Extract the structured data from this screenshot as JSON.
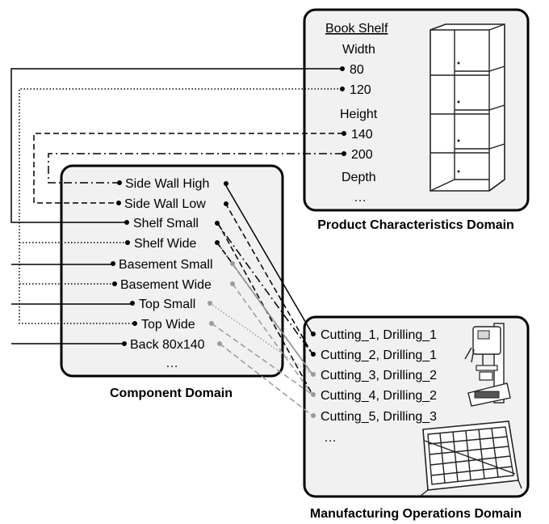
{
  "product": {
    "heading": "Book Shelf",
    "width_label": "Width",
    "width_values": [
      "80",
      "120"
    ],
    "height_label": "Height",
    "height_values": [
      "140",
      "200"
    ],
    "depth_label": "Depth",
    "ellipsis": "…",
    "caption": "Product Characteristics Domain",
    "image_icon": "bookshelf-icon"
  },
  "component": {
    "items": [
      "Side Wall High",
      "Side Wall Low",
      "Shelf Small",
      "Shelf Wide",
      "Basement Small",
      "Basement Wide",
      "Top Small",
      "Top Wide",
      "Back 80x140"
    ],
    "ellipsis": "…",
    "caption": "Component Domain"
  },
  "manufacturing": {
    "items": [
      "Cutting_1, Drilling_1",
      "Cutting_2, Drilling_1",
      "Cutting_3, Drilling_2",
      "Cutting_4, Drilling_2",
      "Cutting_5, Drilling_3"
    ],
    "ellipsis": "…",
    "caption": "Manufacturing Operations Domain",
    "machine_icon": "drill-press-icon",
    "panel_icon": "cutting-panel-icon"
  }
}
